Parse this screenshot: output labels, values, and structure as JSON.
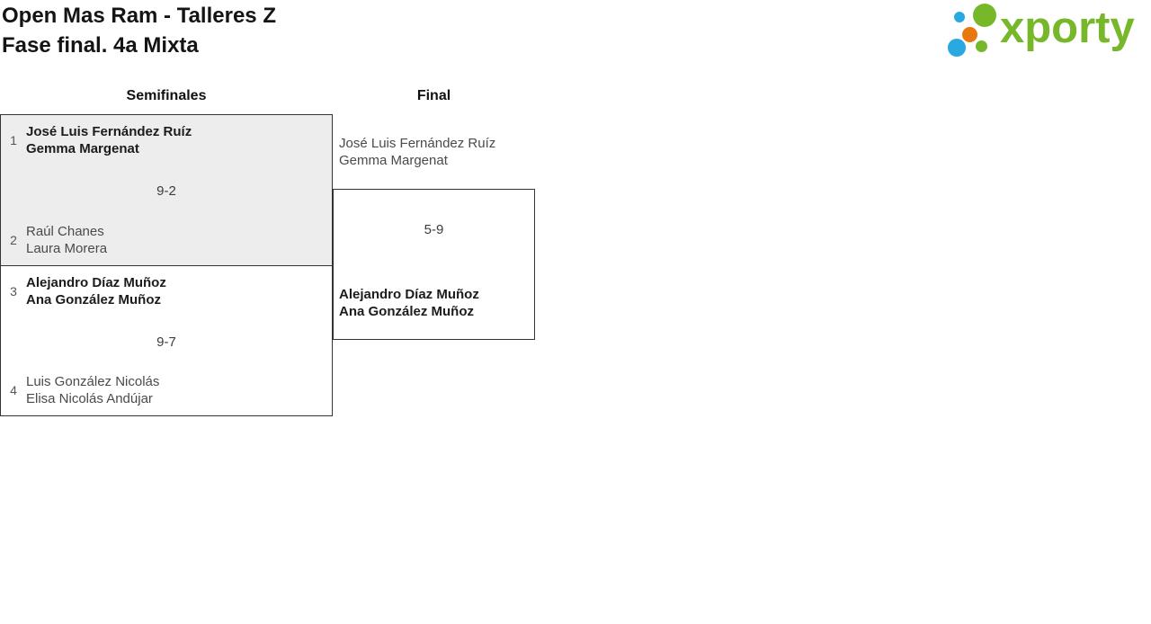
{
  "header": {
    "title_line1": "Open Mas Ram - Talleres Z",
    "title_line2": "Fase final. 4a Mixta"
  },
  "logo": {
    "text": "xporty",
    "dots": [
      "blue-small-dot",
      "green-large-dot",
      "orange-dot",
      "blue-big-dot",
      "green-small-dot"
    ]
  },
  "colors": {
    "logo_green": "#76B82A",
    "logo_blue": "#29A9E0",
    "logo_orange": "#E8770E",
    "match_fill_gray": "#EDEDED",
    "border": "#333333"
  },
  "bracket": {
    "rounds": [
      {
        "label": "Semifinales"
      },
      {
        "label": "Final"
      }
    ],
    "matches": [
      {
        "round": "Semifinales",
        "score": "9-2",
        "team1": {
          "seed": "1",
          "players": [
            "José Luis Fernández Ruíz",
            "Gemma Margenat"
          ],
          "winner": true
        },
        "team2": {
          "seed": "2",
          "players": [
            "Raúl Chanes",
            "Laura Morera"
          ],
          "winner": false
        }
      },
      {
        "round": "Semifinales",
        "score": "9-7",
        "team1": {
          "seed": "3",
          "players": [
            "Alejandro Díaz Muñoz",
            "Ana González Muñoz"
          ],
          "winner": true
        },
        "team2": {
          "seed": "4",
          "players": [
            "Luis González Nicolás",
            "Elisa Nicolás Andújar"
          ],
          "winner": false
        }
      },
      {
        "round": "Final",
        "score": "5-9",
        "team1": {
          "players": [
            "José Luis Fernández Ruíz",
            "Gemma Margenat"
          ],
          "winner": false
        },
        "team2": {
          "players": [
            "Alejandro Díaz Muñoz",
            "Ana González Muñoz"
          ],
          "winner": true
        }
      }
    ]
  }
}
